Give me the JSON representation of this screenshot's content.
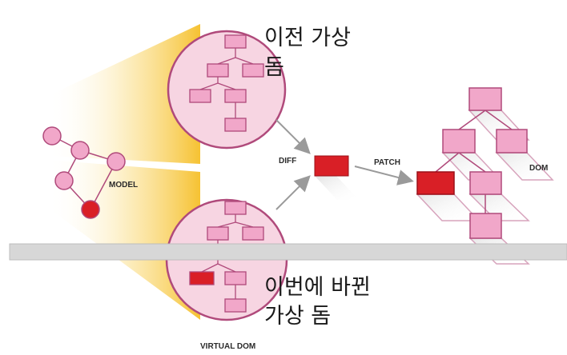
{
  "labels": {
    "model": "MODEL",
    "diff": "DIFF",
    "patch": "PATCH",
    "dom": "DOM",
    "virtual_dom": "VIRTUAL DOM"
  },
  "annotations": {
    "previous_virtual_dom_line1": "이전 가상",
    "previous_virtual_dom_line2": "돔",
    "new_virtual_dom_line1": "이번에 바뀐",
    "new_virtual_dom_line2": "가상 돔"
  },
  "colors": {
    "node_pink": "#f1a7c9",
    "node_stroke": "#b04a7b",
    "changed_red": "#d91f26",
    "circle_fill": "#f7d5e2",
    "cone_yellow": "#f7c63a",
    "divider_gray": "#d7d7d7"
  }
}
